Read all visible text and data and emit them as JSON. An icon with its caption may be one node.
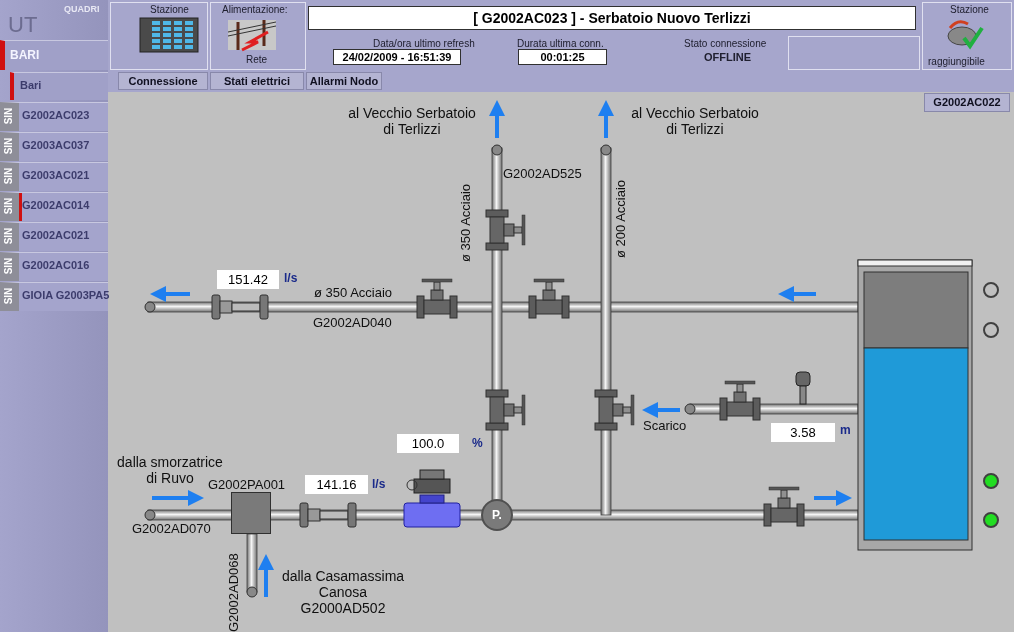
{
  "diagram": {
    "nodes": [
      {
        "text": [
          "P."
        ]
      }
    ],
    "labels": [
      "QUADRI",
      "UT",
      "BARI",
      "Bari",
      "SIN",
      "G2002AC023",
      "SIN",
      "G2003AC037",
      "SIN",
      "G2003AC021",
      "SIN",
      "G2002AC014",
      "SIN",
      "G2002AC021",
      "SIN",
      "G2002AC016",
      "SIN",
      "GIOIA G2003PA5",
      "Stazione",
      "Alimentazione:",
      "[ G2002AC023 ] -  Serbatoio Nuovo Terlizzi",
      "Stazione",
      "Rete",
      "Data/ora ultimo refresh",
      "Durata ultima conn.",
      "Stato connessione",
      "24/02/2009  - 16:51:39",
      "00:01:25",
      "OFFLINE",
      "raggiungibile",
      "Connessione",
      "Stati elettrici",
      "Allarmi Nodo",
      "G2002AC022",
      "al Vecchio Serbatoio di Terlizzi",
      "al Vecchio Serbatoio di Terlizzi",
      "G2002AD525",
      "ø 350 Acciaio",
      "ø 200 Acciaio",
      "151.42",
      "l/s",
      "ø 350 Acciaio",
      "G2002AD040",
      "Scarico",
      "100.0",
      "%",
      "3.58",
      "m",
      "dalla smorzatrice di Ruvo",
      "G2002PA001",
      "141.16",
      "l/s",
      "G2002AD070",
      "G2002AD068",
      "dalla Casamassima Canosa G2000AD502"
    ]
  }
}
